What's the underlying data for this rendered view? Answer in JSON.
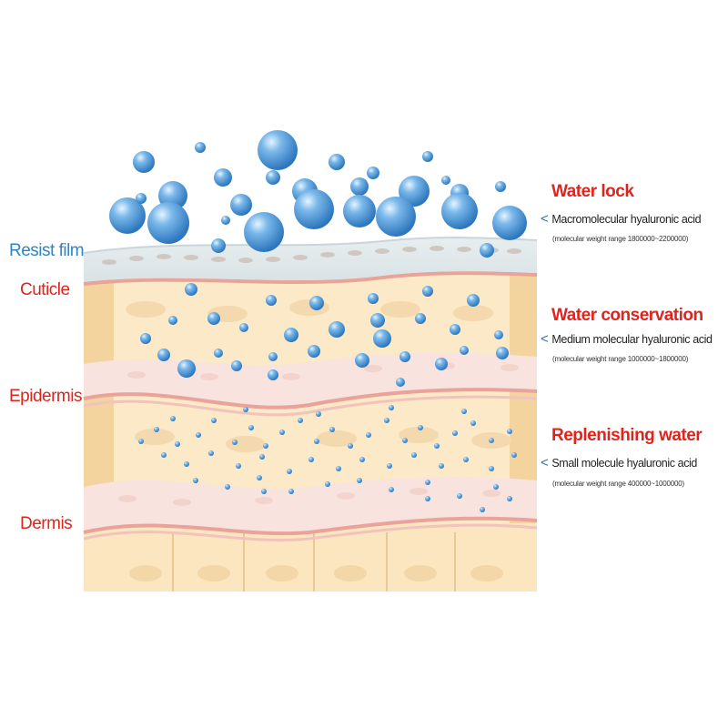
{
  "colors": {
    "blue_label": "#2d86c4",
    "red_label": "#e0231c",
    "bubble": "#3f8ed3",
    "bubble_light": "#cfe8fb",
    "skin_cream": "#fbe8c4",
    "skin_tan": "#f2d29c",
    "pink_band": "#f7d9d6",
    "red_line": "#e9a39b"
  },
  "layers": {
    "resist_film": "Resist film",
    "cuticle": "Cuticle",
    "epidermis": "Epidermis",
    "dermis": "Dermis"
  },
  "annotations": [
    {
      "title": "Water lock",
      "subtitle": "Macromolecular hyaluronic acid",
      "note": "(molecular weight range 1800000~2200000)"
    },
    {
      "title": "Water conservation",
      "subtitle": "Medium molecular hyaluronic acid",
      "note": "(molecular weight range 1000000~1800000)"
    },
    {
      "title": "Replenishing water",
      "subtitle": "Small molecule hyaluronic acid",
      "note": "(molecular weight range 400000~1000000)"
    }
  ],
  "icons": {
    "arrow": "chevron-left-icon",
    "molecule": "bubble-icon"
  }
}
